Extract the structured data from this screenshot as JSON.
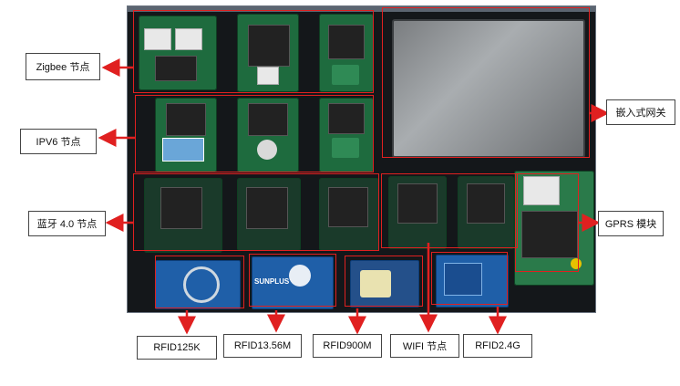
{
  "labels": {
    "zigbee": "Zigbee 节点",
    "ipv6": "IPV6 节点",
    "bluetooth": "蓝牙 4.0 节点",
    "gateway": "嵌入式网关",
    "gprs": "GPRS 模块",
    "rfid125k": "RFID125K",
    "rfid1356m": "RFID13.56M",
    "rfid900m": "RFID900M",
    "wifi": "WIFI 节点",
    "rfid24g": "RFID2.4G"
  },
  "board_text": {
    "sunplus": "SUNPLUS"
  },
  "colors": {
    "arrow": "#e02020",
    "highlight": "#e02020",
    "pcb_green": "#1e6b3e",
    "rfid_blue": "#1f5fa8"
  }
}
